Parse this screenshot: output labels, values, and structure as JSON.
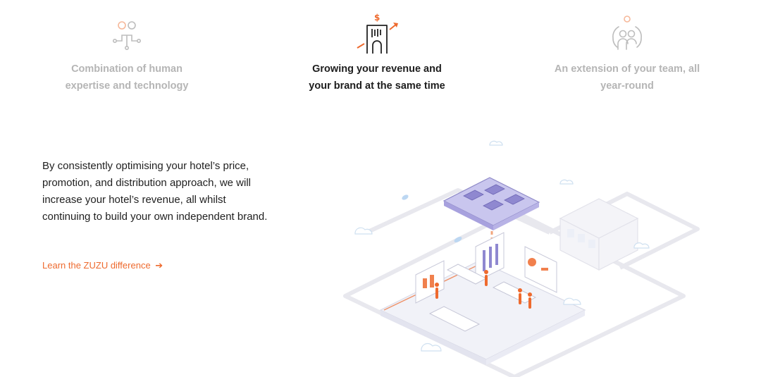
{
  "features": [
    {
      "title": "Combination of human\nexpertise and technology",
      "icon": "network-people-icon",
      "state": "inactive"
    },
    {
      "title": "Growing your revenue and\nyour brand at the same time",
      "icon": "hotel-revenue-icon",
      "state": "active"
    },
    {
      "title": "An extension of your team, all\nyear-round",
      "icon": "team-icon",
      "state": "inactive"
    }
  ],
  "main": {
    "description": "By consistently optimising your hotel’s price, promotion, and distribution approach, we will increase your hotel’s revenue, all whilst continuing to build your own independent brand.",
    "link_label": "Learn the ZUZU difference",
    "link_arrow": "➔"
  },
  "colors": {
    "accent": "#ee6a2e",
    "inactive_text": "#b5b5b5",
    "active_text": "#1d1d1d",
    "illustration_purple": "#9b95d6"
  }
}
